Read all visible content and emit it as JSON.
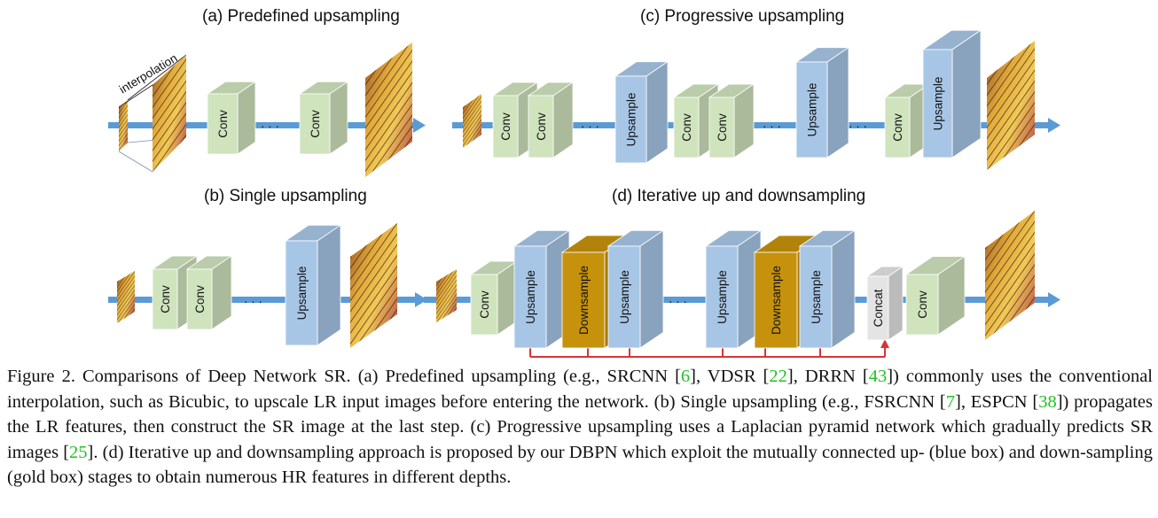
{
  "panels": {
    "a": {
      "title": "(a) Predefined upsampling",
      "interpolation_label": "interpolation",
      "boxes": [
        "Conv",
        "Conv"
      ]
    },
    "b": {
      "title": "(b) Single upsampling",
      "boxes": [
        "Conv",
        "Conv",
        "Upsample"
      ]
    },
    "c": {
      "title": "(c) Progressive upsampling",
      "boxes": [
        "Conv",
        "Conv",
        "Upsample",
        "Conv",
        "Conv",
        "Upsample",
        "Conv",
        "Upsample"
      ]
    },
    "d": {
      "title": "(d) Iterative up and downsampling",
      "boxes": [
        "Conv",
        "Upsample",
        "Downsample",
        "Upsample",
        "Upsample",
        "Downsample",
        "Upsample",
        "Concat",
        "Conv"
      ]
    },
    "ellipsis": "· · ·"
  },
  "colors": {
    "conv": "#cfe3bd",
    "upsample": "#a7c6e6",
    "downsample": "#c6920c",
    "concat": "#e4e4e4",
    "arrow": "#5b9bd5",
    "connector": "#d93434",
    "reference": "#22c122"
  },
  "caption": {
    "parts": [
      "Figure 2. Comparisons of Deep Network SR. (a) Predefined upsampling (e.g., SRCNN [",
      "6",
      "], VDSR [",
      "22",
      "], DRRN [",
      "43",
      "]) commonly uses the conventional interpolation, such as Bicubic, to upscale LR input images before entering the network. (b) Single upsampling (e.g., FSRCNN [",
      "7",
      "], ESPCN [",
      "38",
      "]) propagates the LR features, then construct the SR image at the last step. (c) Progressive upsampling uses a Laplacian pyramid network which gradually predicts SR images [",
      "25",
      "]. (d) Iterative up and downsampling approach is proposed by our DBPN which exploit the mutually connected up- (blue box) and down-sampling (gold box) stages to obtain numerous HR features in different depths."
    ]
  }
}
